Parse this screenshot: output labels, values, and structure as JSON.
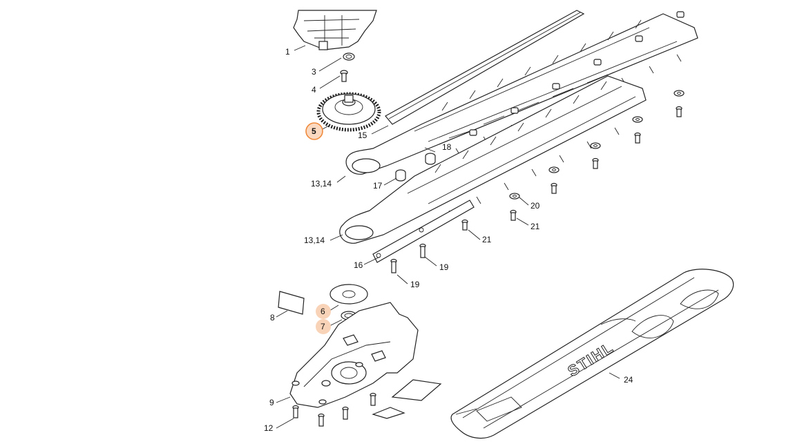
{
  "diagram": {
    "callouts": [
      {
        "id": "c1",
        "label": "1"
      },
      {
        "id": "c3",
        "label": "3"
      },
      {
        "id": "c4",
        "label": "4"
      },
      {
        "id": "c5",
        "label": "5",
        "highlight": "ring"
      },
      {
        "id": "c15",
        "label": "15"
      },
      {
        "id": "c18",
        "label": "18"
      },
      {
        "id": "c1314a",
        "label": "13,14"
      },
      {
        "id": "c17",
        "label": "17"
      },
      {
        "id": "c20",
        "label": "20"
      },
      {
        "id": "c21a",
        "label": "21"
      },
      {
        "id": "c1314b",
        "label": "13,14"
      },
      {
        "id": "c21b",
        "label": "21"
      },
      {
        "id": "c16",
        "label": "16"
      },
      {
        "id": "c19a",
        "label": "19"
      },
      {
        "id": "c19b",
        "label": "19"
      },
      {
        "id": "c6",
        "label": "6",
        "highlight": "soft"
      },
      {
        "id": "c7",
        "label": "7",
        "highlight": "soft"
      },
      {
        "id": "c8",
        "label": "8"
      },
      {
        "id": "c9",
        "label": "9"
      },
      {
        "id": "c12",
        "label": "12"
      },
      {
        "id": "c24",
        "label": "24"
      }
    ],
    "brand_mark": "STIHL",
    "colors": {
      "highlight_ring": "#ef8a3c",
      "highlight_fill": "#fbd9c0",
      "line": "#222222"
    }
  }
}
